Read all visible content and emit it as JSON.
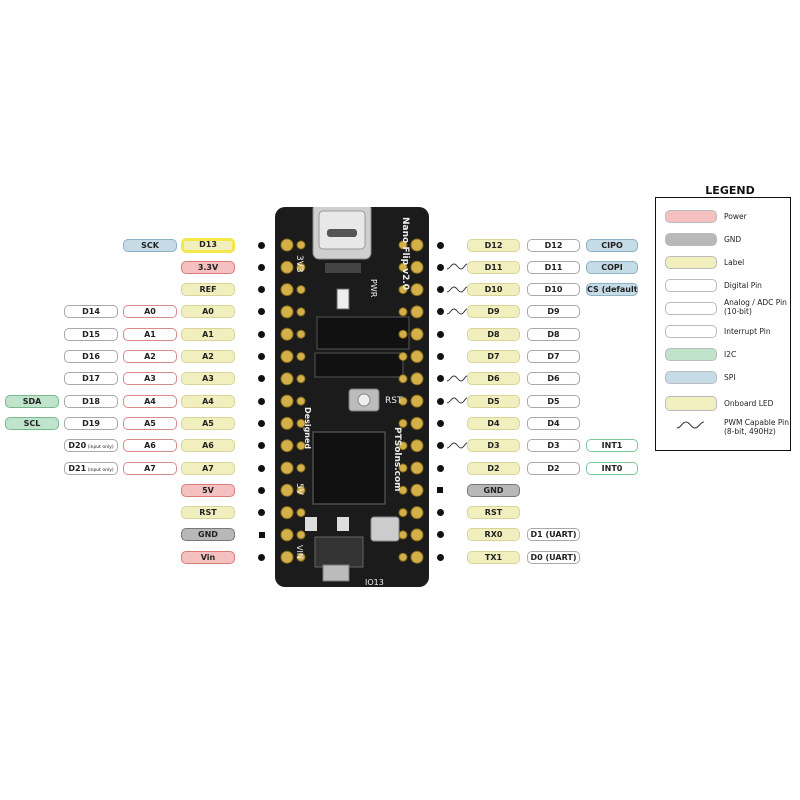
{
  "colors": {
    "power": "#f4c0c0",
    "gnd": "#b8b8b8",
    "label": "#f1efbe",
    "digital": "#ffffff",
    "analog_border": "#d98a8a",
    "interrupt_border": "#7ec89c",
    "i2c": "#bfe3cb",
    "spi": "#c5dbe6",
    "led_border": "#f3e84a",
    "board": "#1b1b1b"
  },
  "legend": {
    "title": "LEGEND",
    "items": [
      {
        "label": "Power"
      },
      {
        "label": "GND"
      },
      {
        "label": "Label"
      },
      {
        "label": "Digital Pin"
      },
      {
        "label": "Analog / ADC Pin\n(10-bit)"
      },
      {
        "label": "Interrupt Pin"
      },
      {
        "label": "I2C"
      },
      {
        "label": "SPI"
      },
      {
        "label": "Onboard LED"
      },
      {
        "label": "PWM Capable Pin\n(8-bit, 490Hz)"
      }
    ]
  },
  "board": {
    "silk": {
      "model": "Nano Flip v2.0",
      "designed": "Designed",
      "site": "PTSolns.com",
      "pwr": "PWR",
      "rst": "RST",
      "v33": "3V3",
      "v5": "5V",
      "vin": "VIN",
      "io13": "IO13"
    }
  },
  "left_pins": [
    {
      "tags": [
        {
          "text": "SCK",
          "type": "spi"
        },
        {
          "text": "D13",
          "type": "led"
        }
      ],
      "marker": "dot"
    },
    {
      "tags": [
        {
          "text": "3.3V",
          "type": "power"
        }
      ],
      "marker": "dot"
    },
    {
      "tags": [
        {
          "text": "REF",
          "type": "label"
        }
      ],
      "marker": "dot"
    },
    {
      "tags": [
        {
          "text": "D14",
          "type": "digital"
        },
        {
          "text": "A0",
          "type": "analog"
        },
        {
          "text": "A0",
          "type": "label"
        }
      ],
      "marker": "dot"
    },
    {
      "tags": [
        {
          "text": "D15",
          "type": "digital"
        },
        {
          "text": "A1",
          "type": "analog"
        },
        {
          "text": "A1",
          "type": "label"
        }
      ],
      "marker": "dot"
    },
    {
      "tags": [
        {
          "text": "D16",
          "type": "digital"
        },
        {
          "text": "A2",
          "type": "analog"
        },
        {
          "text": "A2",
          "type": "label"
        }
      ],
      "marker": "dot"
    },
    {
      "tags": [
        {
          "text": "D17",
          "type": "digital"
        },
        {
          "text": "A3",
          "type": "analog"
        },
        {
          "text": "A3",
          "type": "label"
        }
      ],
      "marker": "dot"
    },
    {
      "tags": [
        {
          "text": "SDA",
          "type": "i2c"
        },
        {
          "text": "D18",
          "type": "digital"
        },
        {
          "text": "A4",
          "type": "analog"
        },
        {
          "text": "A4",
          "type": "label"
        }
      ],
      "marker": "dot"
    },
    {
      "tags": [
        {
          "text": "SCL",
          "type": "i2c"
        },
        {
          "text": "D19",
          "type": "digital"
        },
        {
          "text": "A5",
          "type": "analog"
        },
        {
          "text": "A5",
          "type": "label"
        }
      ],
      "marker": "dot"
    },
    {
      "tags": [
        {
          "text": "D20",
          "note": "(input only)",
          "type": "digital"
        },
        {
          "text": "A6",
          "type": "analog"
        },
        {
          "text": "A6",
          "type": "label"
        }
      ],
      "marker": "dot"
    },
    {
      "tags": [
        {
          "text": "D21",
          "note": "(input only)",
          "type": "digital"
        },
        {
          "text": "A7",
          "type": "analog"
        },
        {
          "text": "A7",
          "type": "label"
        }
      ],
      "marker": "dot"
    },
    {
      "tags": [
        {
          "text": "5V",
          "type": "power"
        }
      ],
      "marker": "dot"
    },
    {
      "tags": [
        {
          "text": "RST",
          "type": "label"
        }
      ],
      "marker": "dot"
    },
    {
      "tags": [
        {
          "text": "GND",
          "type": "gnd"
        }
      ],
      "marker": "square"
    },
    {
      "tags": [
        {
          "text": "Vin",
          "type": "power"
        }
      ],
      "marker": "dot"
    }
  ],
  "right_pins": [
    {
      "tags": [
        {
          "text": "D12",
          "type": "label"
        },
        {
          "text": "D12",
          "type": "digital"
        },
        {
          "text": "CIPO",
          "type": "spi"
        }
      ],
      "marker": "dot",
      "pwm": false
    },
    {
      "tags": [
        {
          "text": "D11",
          "type": "label"
        },
        {
          "text": "D11",
          "type": "digital"
        },
        {
          "text": "COPI",
          "type": "spi"
        }
      ],
      "marker": "dot",
      "pwm": true
    },
    {
      "tags": [
        {
          "text": "D10",
          "type": "label"
        },
        {
          "text": "D10",
          "type": "digital"
        },
        {
          "text": "CS (default)",
          "type": "spi"
        }
      ],
      "marker": "dot",
      "pwm": true
    },
    {
      "tags": [
        {
          "text": "D9",
          "type": "label"
        },
        {
          "text": "D9",
          "type": "digital"
        }
      ],
      "marker": "dot",
      "pwm": true
    },
    {
      "tags": [
        {
          "text": "D8",
          "type": "label"
        },
        {
          "text": "D8",
          "type": "digital"
        }
      ],
      "marker": "dot",
      "pwm": false
    },
    {
      "tags": [
        {
          "text": "D7",
          "type": "label"
        },
        {
          "text": "D7",
          "type": "digital"
        }
      ],
      "marker": "dot",
      "pwm": false
    },
    {
      "tags": [
        {
          "text": "D6",
          "type": "label"
        },
        {
          "text": "D6",
          "type": "digital"
        }
      ],
      "marker": "dot",
      "pwm": true
    },
    {
      "tags": [
        {
          "text": "D5",
          "type": "label"
        },
        {
          "text": "D5",
          "type": "digital"
        }
      ],
      "marker": "dot",
      "pwm": true
    },
    {
      "tags": [
        {
          "text": "D4",
          "type": "label"
        },
        {
          "text": "D4",
          "type": "digital"
        }
      ],
      "marker": "dot",
      "pwm": false
    },
    {
      "tags": [
        {
          "text": "D3",
          "type": "label"
        },
        {
          "text": "D3",
          "type": "digital"
        },
        {
          "text": "INT1",
          "type": "int"
        }
      ],
      "marker": "dot",
      "pwm": true
    },
    {
      "tags": [
        {
          "text": "D2",
          "type": "label"
        },
        {
          "text": "D2",
          "type": "digital"
        },
        {
          "text": "INT0",
          "type": "int"
        }
      ],
      "marker": "dot",
      "pwm": false
    },
    {
      "tags": [
        {
          "text": "GND",
          "type": "gnd"
        }
      ],
      "marker": "square",
      "pwm": false
    },
    {
      "tags": [
        {
          "text": "RST",
          "type": "label"
        }
      ],
      "marker": "dot",
      "pwm": false
    },
    {
      "tags": [
        {
          "text": "RX0",
          "type": "label"
        },
        {
          "text": "D1 (UART)",
          "type": "digital"
        }
      ],
      "marker": "dot",
      "pwm": false
    },
    {
      "tags": [
        {
          "text": "TX1",
          "type": "label"
        },
        {
          "text": "D0 (UART)",
          "type": "digital"
        }
      ],
      "marker": "dot",
      "pwm": false
    }
  ]
}
